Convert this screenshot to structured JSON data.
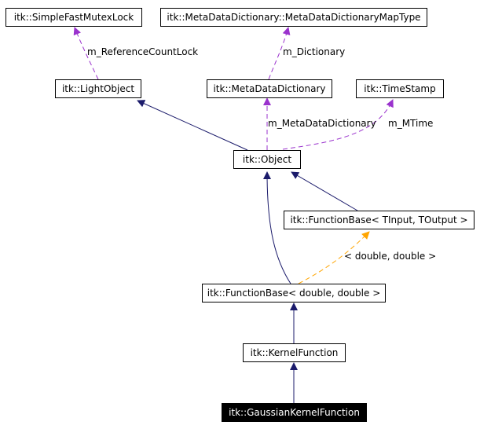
{
  "colors": {
    "inheritance": "#1b1b6b",
    "usage": "#9a32cd",
    "template": "#ffa500",
    "focus_bg": "#000000",
    "focus_fg": "#ffffff"
  },
  "nodes": {
    "simple_fast_mutex_lock": "itk::SimpleFastMutexLock",
    "map_type": "itk::MetaDataDictionary::MetaDataDictionaryMapType",
    "light_object": "itk::LightObject",
    "meta_data_dictionary": "itk::MetaDataDictionary",
    "time_stamp": "itk::TimeStamp",
    "object": "itk::Object",
    "function_base_template": "itk::FunctionBase< TInput, TOutput >",
    "function_base_double": "itk::FunctionBase< double, double >",
    "kernel_function": "itk::KernelFunction",
    "gaussian_kernel_function": "itk::GaussianKernelFunction"
  },
  "edge_labels": {
    "reference_count_lock": "m_ReferenceCountLock",
    "dictionary": "m_Dictionary",
    "meta_data_dictionary": "m_MetaDataDictionary",
    "mtime": "m_MTime",
    "template_args": "< double, double >"
  }
}
